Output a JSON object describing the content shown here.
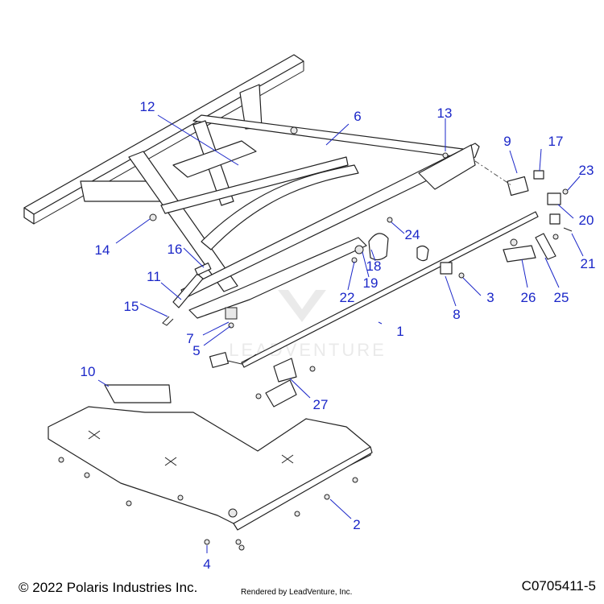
{
  "callouts": [
    {
      "label": "1"
    },
    {
      "label": "2"
    },
    {
      "label": "3"
    },
    {
      "label": "4"
    },
    {
      "label": "5"
    },
    {
      "label": "6"
    },
    {
      "label": "7"
    },
    {
      "label": "8"
    },
    {
      "label": "9"
    },
    {
      "label": "10"
    },
    {
      "label": "11"
    },
    {
      "label": "12"
    },
    {
      "label": "13"
    },
    {
      "label": "14"
    },
    {
      "label": "15"
    },
    {
      "label": "16"
    },
    {
      "label": "17"
    },
    {
      "label": "18"
    },
    {
      "label": "19"
    },
    {
      "label": "20"
    },
    {
      "label": "21"
    },
    {
      "label": "22"
    },
    {
      "label": "23"
    },
    {
      "label": "24"
    },
    {
      "label": "25"
    },
    {
      "label": "26"
    },
    {
      "label": "27"
    }
  ],
  "footer": {
    "copyright": "© 2022 Polaris Industries Inc.",
    "rendered_by": "Rendered by LeadVenture, Inc.",
    "diagram_code": "C0705411-5"
  },
  "watermark": "LEADVENTURE",
  "colors": {
    "callout": "#1a26c8",
    "line": "#222222",
    "watermark": "#d9d9d9"
  }
}
